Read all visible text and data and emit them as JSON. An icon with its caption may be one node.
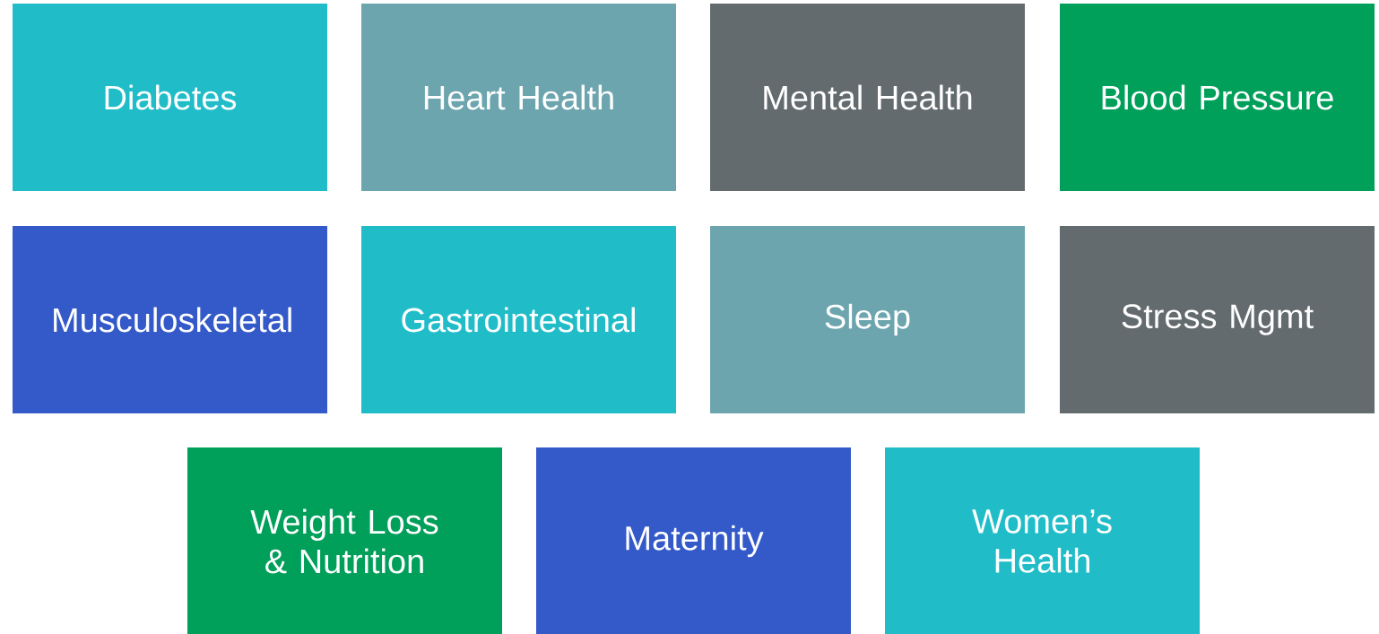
{
  "diagram": {
    "nodes": [
      {
        "text": [
          "Diabetes"
        ]
      },
      {
        "text": [
          "Heart Health"
        ]
      },
      {
        "text": [
          "Mental Health"
        ]
      },
      {
        "text": [
          "Blood Pressure"
        ]
      },
      {
        "text": [
          "Musculoskeletal"
        ]
      },
      {
        "text": [
          "Gastrointestinal"
        ]
      },
      {
        "text": [
          "Sleep"
        ]
      },
      {
        "text": [
          "Stress Mgmt"
        ]
      },
      {
        "text": [
          "Weight Loss & Nutrition"
        ]
      },
      {
        "text": [
          "Maternity"
        ]
      },
      {
        "text": [
          "Women’s Health"
        ]
      }
    ]
  }
}
